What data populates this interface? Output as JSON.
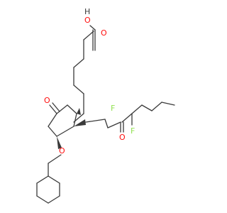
{
  "molecule": {
    "atoms": {
      "carboxyl_h": "H",
      "carboxyl_o1": "O",
      "carboxyl_o2": "O",
      "ketone_o": "O",
      "sidechain_ketone_o": "O",
      "ether_o": "O",
      "fluorine_1": "F",
      "fluorine_2": "F"
    },
    "colors": {
      "bond": "#3a3a3a",
      "oxygen": "#ff0d0d",
      "fluorine": "#90e050"
    }
  }
}
